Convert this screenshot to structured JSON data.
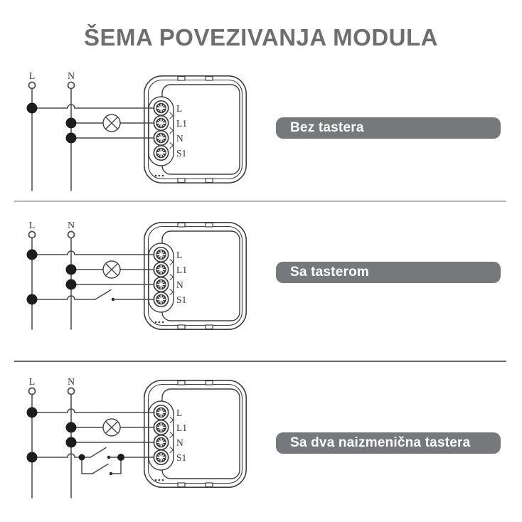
{
  "title": "ŠEMA POVEZIVANJA MODULA",
  "module": {
    "name": "relay-module",
    "terminals": [
      "L",
      "L1",
      "N",
      "S1"
    ]
  },
  "diagrams": [
    {
      "caption": "Bez tastera",
      "wires": [
        "L",
        "N"
      ],
      "components": [
        "lamp"
      ]
    },
    {
      "caption": "Sa tasterom",
      "wires": [
        "L",
        "N"
      ],
      "components": [
        "lamp",
        "switch"
      ]
    },
    {
      "caption": "Sa dva naizmenična tastera",
      "wires": [
        "L",
        "N"
      ],
      "components": [
        "lamp",
        "switch",
        "switch"
      ]
    }
  ],
  "colors": {
    "pill_bg": "#77787b",
    "pill_text": "#ffffff",
    "title": "#6d6e70",
    "line": "#48484a",
    "divider_top": "#b4b4b6",
    "divider_bottom": "#68686b",
    "screw_dark": "#3b3b3c"
  }
}
